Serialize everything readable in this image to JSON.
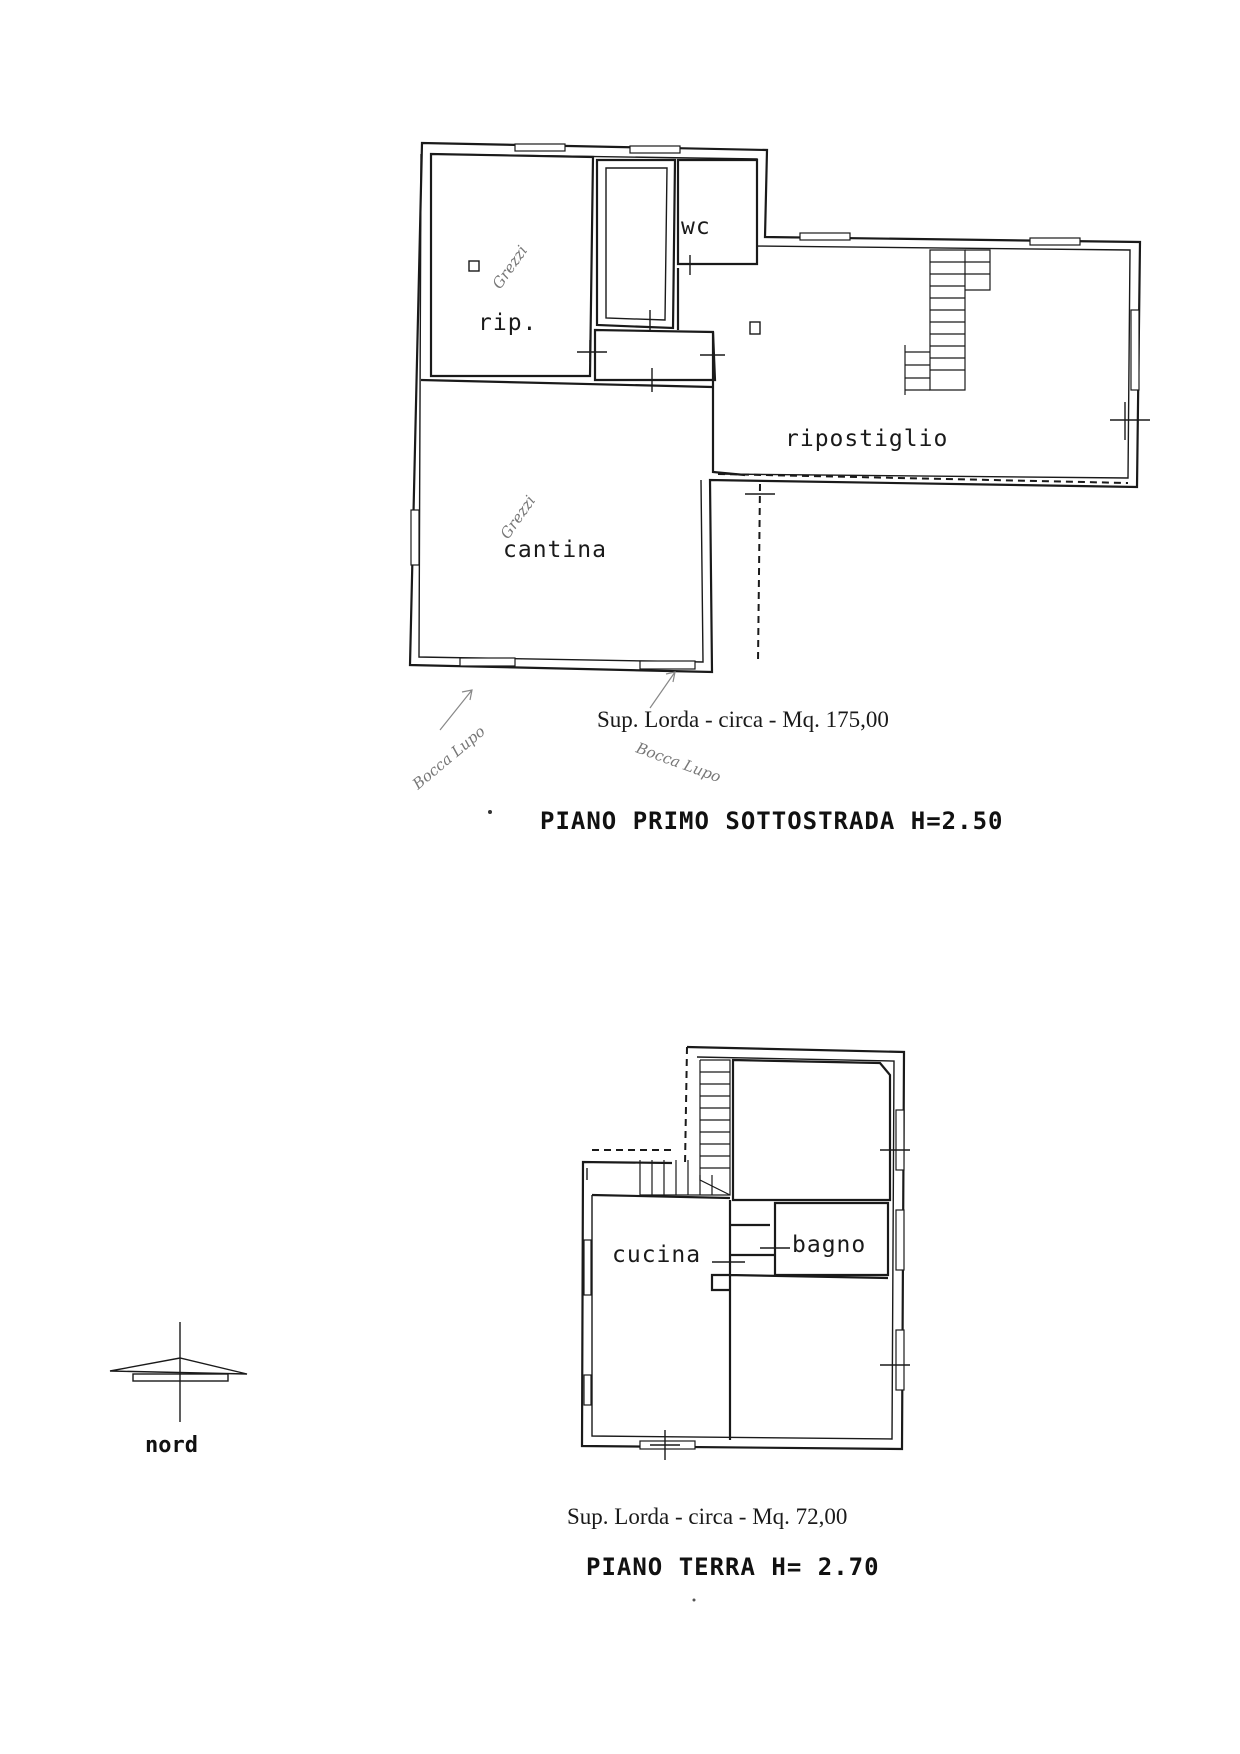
{
  "upper_plan": {
    "rooms": {
      "rip": "rip.",
      "wc": "wc",
      "ripostiglio": "ripostiglio",
      "cantina": "cantina"
    },
    "area": "Sup. Lorda - circa - Mq. 175,00",
    "title": "PIANO PRIMO SOTTOSTRADA H=2.50"
  },
  "lower_plan": {
    "rooms": {
      "cucina": "cucina",
      "bagno": "bagno"
    },
    "area": "Sup. Lorda - circa - Mq. 72,00",
    "title": "PIANO TERRA H= 2.70"
  },
  "north": {
    "label": "nord"
  },
  "handwritten": {
    "rip_note": "Grezzi",
    "cantina_note": "Grezzi",
    "left_note": "Bocca Lupo",
    "right_note": "Bocca Lupo"
  }
}
